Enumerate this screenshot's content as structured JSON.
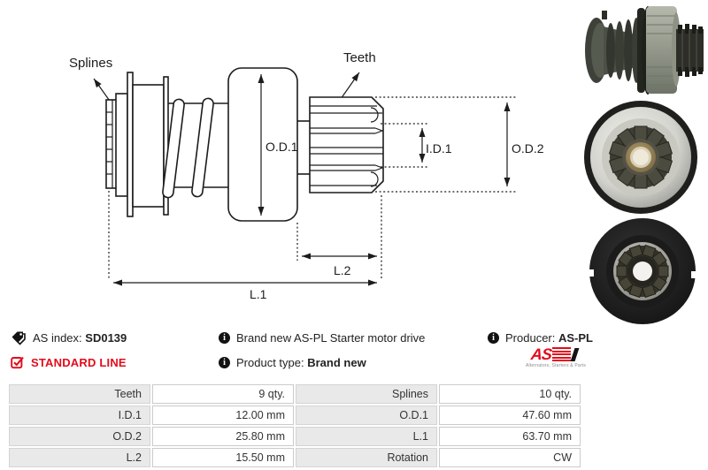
{
  "diagram": {
    "labels": {
      "splines": "Splines",
      "teeth": "Teeth",
      "od1": "O.D.1",
      "id1": "I.D.1",
      "od2": "O.D.2",
      "l2": "L.2",
      "l1": "L.1"
    }
  },
  "info": {
    "as_index": {
      "label": "AS index:",
      "value": "SD0139"
    },
    "line_badge": "STANDARD LINE",
    "description": "Brand new AS-PL Starter motor drive",
    "product_type": {
      "label": "Product type:",
      "value": "Brand new"
    },
    "producer": {
      "label": "Producer:",
      "value": "AS-PL"
    },
    "logo": {
      "text": "AS",
      "tagline": "Alternators, Starters & Parts"
    }
  },
  "photos": [
    {
      "name": "starter drive side view"
    },
    {
      "name": "starter drive front view"
    },
    {
      "name": "starter drive rear view"
    }
  ],
  "colors": {
    "brand_red": "#e30b1c",
    "drawing_line": "#1c1c1c",
    "table_label_bg": "#e9e9e9",
    "table_border": "#cbcbcb"
  },
  "spec_table": {
    "rows": [
      [
        {
          "label": "Teeth",
          "value": "9 qty."
        },
        {
          "label": "Splines",
          "value": "10 qty."
        }
      ],
      [
        {
          "label": "I.D.1",
          "value": "12.00 mm"
        },
        {
          "label": "O.D.1",
          "value": "47.60 mm"
        }
      ],
      [
        {
          "label": "O.D.2",
          "value": "25.80 mm"
        },
        {
          "label": "L.1",
          "value": "63.70 mm"
        }
      ],
      [
        {
          "label": "L.2",
          "value": "15.50 mm"
        },
        {
          "label": "Rotation",
          "value": "CW"
        }
      ]
    ]
  }
}
